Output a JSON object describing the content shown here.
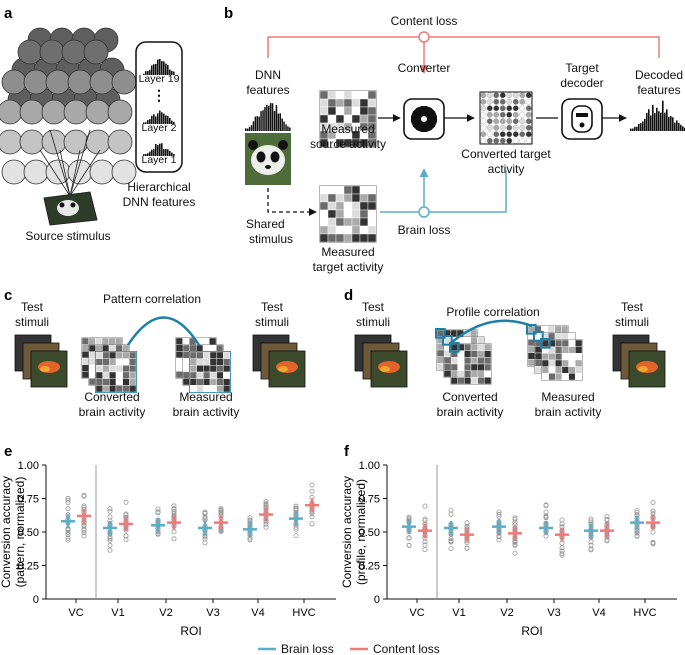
{
  "panels": {
    "a": "a",
    "b": "b",
    "c": "c",
    "d": "d",
    "e": "e",
    "f": "f"
  },
  "panel_a": {
    "layers": [
      "Layer 19",
      "⋮",
      "Layer 2",
      "Layer 1"
    ],
    "hier_1": "Hierarchical",
    "hier_2": "DNN features",
    "source_stimulus": "Source stimulus"
  },
  "panel_b": {
    "content_loss": "Content loss",
    "dnn_1": "DNN",
    "dnn_2": "features",
    "measured_source_1": "Measured",
    "measured_source_2": "source activity",
    "converter": "Converter",
    "converted_target_1": "Converted target",
    "converted_target_2": "activity",
    "target_decoder_1": "Target",
    "target_decoder_2": "decoder",
    "decoded_1": "Decoded",
    "decoded_2": "features",
    "shared_1": "Shared",
    "shared_2": "stimulus",
    "brain_loss": "Brain loss",
    "measured_target_1": "Measured",
    "measured_target_2": "target activity"
  },
  "panel_c": {
    "test_1": "Test",
    "test_2": "stimuli",
    "title": "Pattern correlation",
    "converted_1": "Converted",
    "converted_2": "brain activity",
    "measured_1": "Measured",
    "measured_2": "brain activity"
  },
  "panel_d": {
    "test_1": "Test",
    "test_2": "stimuli",
    "title": "Profile correlation",
    "converted_1": "Converted",
    "converted_2": "brain activity",
    "measured_1": "Measured",
    "measured_2": "brain activity"
  },
  "legend": {
    "brain": "Brain loss",
    "content": "Content loss"
  },
  "colors": {
    "brain": "#5aaec8",
    "content": "#ee7b78",
    "dots": "#9a9a9a"
  },
  "chart_data": [
    {
      "type": "scatter",
      "ylabel_1": "Conversion accuracy",
      "ylabel_2": "(pattern, normalized)",
      "xlabel": "ROI",
      "categories": [
        "VC",
        "V1",
        "V2",
        "V3",
        "V4",
        "HVC"
      ],
      "yticks": [
        "0",
        "0.25",
        "0.50",
        "0.75",
        "1.00"
      ],
      "ylim": [
        0,
        1.0
      ],
      "series": [
        {
          "name": "Brain loss",
          "means": [
            0.58,
            0.53,
            0.55,
            0.53,
            0.52,
            0.6
          ]
        },
        {
          "name": "Content loss",
          "means": [
            0.62,
            0.56,
            0.57,
            0.57,
            0.63,
            0.7
          ]
        }
      ]
    },
    {
      "type": "scatter",
      "ylabel_1": "Conversion accuracy",
      "ylabel_2": "(profile, normalized)",
      "xlabel": "ROI",
      "categories": [
        "VC",
        "V1",
        "V2",
        "V3",
        "V4",
        "HVC"
      ],
      "yticks": [
        "0",
        "0.25",
        "0.50",
        "0.75",
        "1.00"
      ],
      "ylim": [
        0,
        1.0
      ],
      "series": [
        {
          "name": "Brain loss",
          "means": [
            0.54,
            0.53,
            0.54,
            0.53,
            0.51,
            0.57
          ]
        },
        {
          "name": "Content loss",
          "means": [
            0.51,
            0.48,
            0.49,
            0.48,
            0.51,
            0.57
          ]
        }
      ]
    }
  ]
}
